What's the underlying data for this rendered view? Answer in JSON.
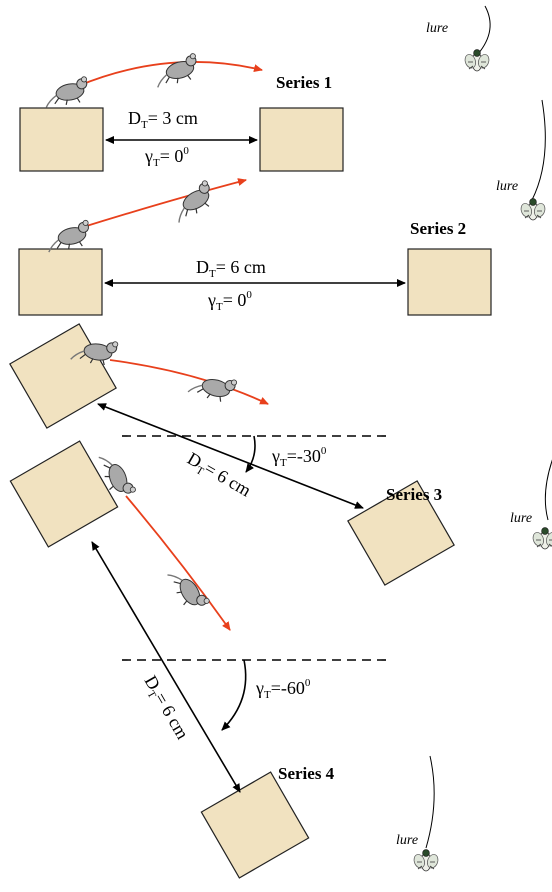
{
  "series": [
    {
      "label": "Series 1",
      "distance_text": "= 3 cm",
      "angle_text": "= 0"
    },
    {
      "label": "Series 2",
      "distance_text": "= 6 cm",
      "angle_text": "= 0"
    },
    {
      "label": "Series 3",
      "distance_text": "= 6 cm",
      "angle_text": "=-30"
    },
    {
      "label": "Series 4",
      "distance_text": "= 6 cm",
      "angle_text": "=-60"
    }
  ],
  "symbols": {
    "distance": "D",
    "angle": "γ",
    "subscript": "T",
    "superscript": "0"
  },
  "lure_label": "lure",
  "colors": {
    "platform_fill": "#f1e2c0",
    "trajectory": "#e8401c",
    "animal_body": "#a9a9a9"
  }
}
